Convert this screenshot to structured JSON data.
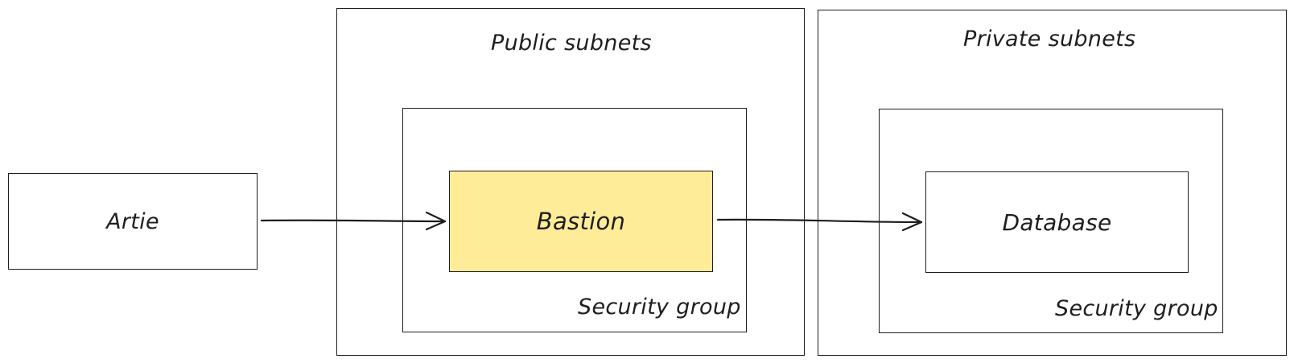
{
  "diagram": {
    "artie": {
      "label": "Artie"
    },
    "public_subnets": {
      "title": "Public subnets",
      "security_group": {
        "label": "Security group",
        "bastion": {
          "label": "Bastion"
        }
      }
    },
    "private_subnets": {
      "title": "Private subnets",
      "security_group": {
        "label": "Security group",
        "database": {
          "label": "Database"
        }
      }
    },
    "colors": {
      "stroke": "#1e1e1e",
      "bastion_fill": "#ffec99",
      "background": "#ffffff"
    },
    "edges": [
      {
        "from": "Artie",
        "to": "Bastion"
      },
      {
        "from": "Bastion",
        "to": "Database"
      }
    ]
  }
}
